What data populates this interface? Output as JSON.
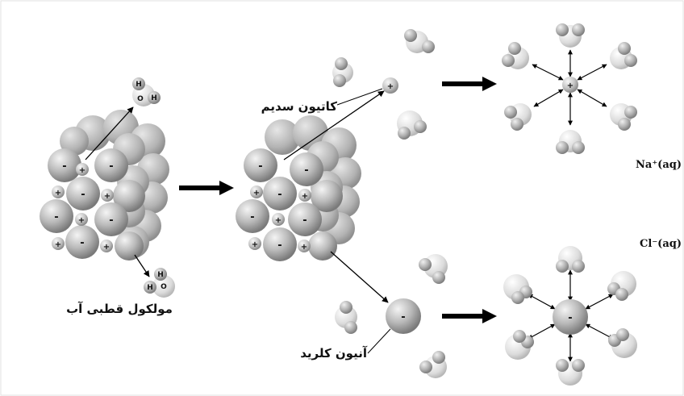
{
  "labels": {
    "water_molecule": "مولکول قطبی آب",
    "sodium_cation": "کاتیون سدیم",
    "chloride_anion": "آنیون کلرید",
    "na_aq": "Na⁺(aq)",
    "cl_aq": "Cl⁻(aq)"
  },
  "symbols": {
    "plus": "+",
    "minus": "-",
    "hydrogen": "H",
    "oxygen": "O"
  },
  "colors": {
    "ion_fill": "#bdbdbd",
    "anion_fill": "#a8a8a8",
    "water_oxygen": "#d4d4d4",
    "water_hydrogen": "#b5b5b5",
    "arrow": "#000000"
  }
}
